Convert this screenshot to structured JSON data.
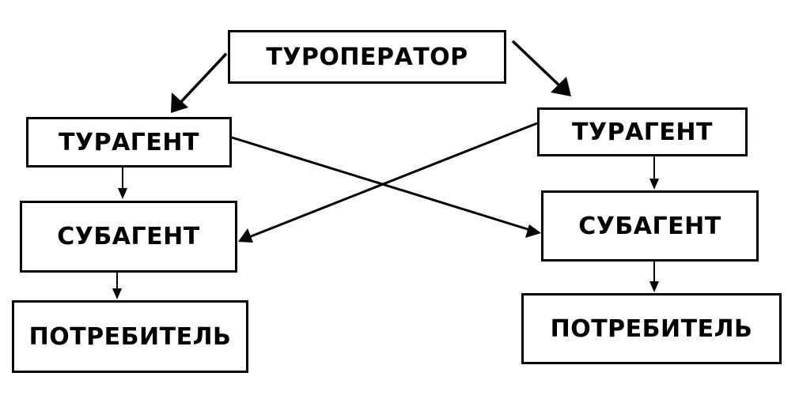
{
  "diagram": {
    "nodes": {
      "touroperator": "ТУРОПЕРАТОР",
      "agent_left": "ТУРАГЕНТ",
      "agent_right": "ТУРАГЕНТ",
      "subagent_left": "СУБАГЕНТ",
      "subagent_right": "СУБАГЕНТ",
      "consumer_left": "ПОТРЕБИТЕЛЬ",
      "consumer_right": "ПОТРЕБИТЕЛЬ"
    },
    "edges": [
      {
        "from": "touroperator",
        "to": "agent_left"
      },
      {
        "from": "touroperator",
        "to": "agent_right"
      },
      {
        "from": "agent_left",
        "to": "subagent_left"
      },
      {
        "from": "agent_left",
        "to": "subagent_right"
      },
      {
        "from": "agent_right",
        "to": "subagent_right"
      },
      {
        "from": "agent_right",
        "to": "subagent_left"
      },
      {
        "from": "subagent_left",
        "to": "consumer_left"
      },
      {
        "from": "subagent_right",
        "to": "consumer_right"
      }
    ],
    "colors": {
      "stroke": "#000000",
      "background": "#ffffff"
    }
  }
}
